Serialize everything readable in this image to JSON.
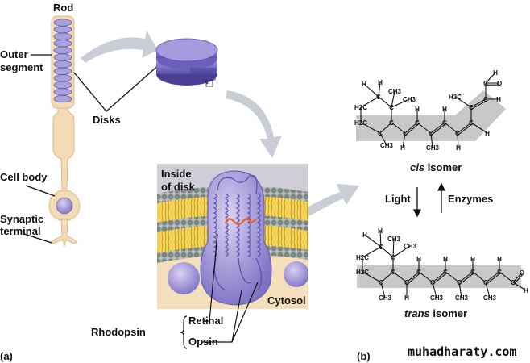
{
  "labels": {
    "rod": "Rod",
    "outer_segment_1": "Outer",
    "outer_segment_2": "segment",
    "disks": "Disks",
    "cell_body": "Cell body",
    "synaptic_1": "Synaptic",
    "synaptic_2": "terminal",
    "inside_disk_1": "Inside",
    "inside_disk_2": "of disk",
    "cytosol": "Cytosol",
    "rhodopsin": "Rhodopsin",
    "retinal": "Retinal",
    "opsin": "Opsin",
    "panel_a": "(a)",
    "panel_b": "(b)",
    "cis_prefix": "cis",
    "trans_prefix": "trans",
    "isomer_suffix": " isomer",
    "light": "Light",
    "enzymes": "Enzymes"
  },
  "watermark": "muhadharaty.com",
  "colors": {
    "cell": "#f3dcb4",
    "cell_outline": "#d9b88a",
    "disk": "#8c83cf",
    "opsin": "#8878c8",
    "lipid_tails": "#f0c53a",
    "lipid_heads": "#7c8784",
    "retinal": "#e8622a",
    "arrow": "#c9ced6",
    "band": "#c8c8ca",
    "panel_bg": "#cfcdd6",
    "cytosol_bg": "#f4dfbd"
  },
  "cis_atoms": [
    "H",
    "H",
    "C",
    "CH3",
    "CH3",
    "C",
    "H2C",
    "H2C",
    "C",
    "CH3",
    "C",
    "C",
    "H",
    "C",
    "H",
    "C",
    "CH3",
    "C",
    "H",
    "C",
    "H",
    "C",
    "H",
    "C",
    "H3C",
    "C",
    "H",
    "C",
    "O",
    "H"
  ],
  "trans_atoms": [
    "H",
    "H",
    "C",
    "CH3",
    "CH3",
    "C",
    "H2C",
    "H2C",
    "C",
    "CH3",
    "C",
    "C",
    "H",
    "C",
    "H",
    "C",
    "CH3",
    "C",
    "H",
    "C",
    "H",
    "C",
    "CH3",
    "C",
    "H",
    "C",
    "CH3",
    "C",
    "H",
    "C",
    "O",
    "H"
  ]
}
